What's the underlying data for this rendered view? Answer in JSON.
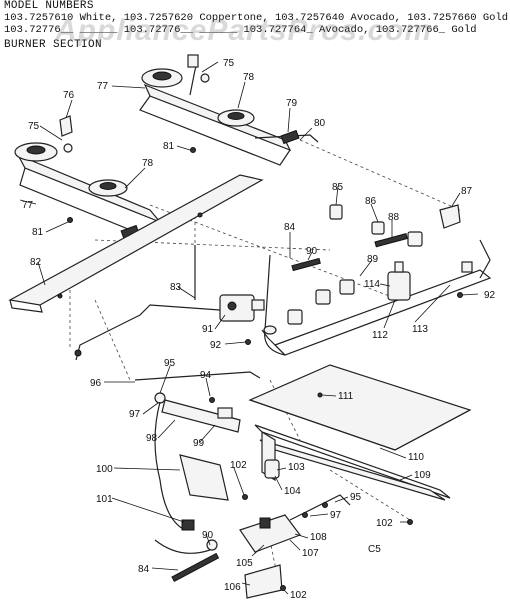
{
  "header": {
    "title": "MODEL NUMBERS",
    "line1": "103.7257610 White, 103.7257620 Coppertone, 103.7257640 Avocado, 103.7257660 Gold",
    "line2": "103.72776__ ______ 103.72776__ ______ 103.727764_ Avocado, 103.727766_ Gold",
    "section": "BURNER SECTION"
  },
  "watermark": "AppliancePartsPros.com",
  "figure_code": "C5",
  "callouts": {
    "c75a": "75",
    "c75b": "75",
    "c76": "76",
    "c77a": "77",
    "c77b": "77",
    "c78a": "78",
    "c78b": "78",
    "c79": "79",
    "c80": "80",
    "c81a": "81",
    "c81b": "81",
    "c82": "82",
    "c83": "83",
    "c84a": "84",
    "c84b": "84",
    "c85": "85",
    "c86": "86",
    "c87": "87",
    "c88": "88",
    "c89": "89",
    "c90a": "90",
    "c90b": "90",
    "c91": "91",
    "c92a": "92",
    "c92b": "92",
    "c94": "94",
    "c95a": "95",
    "c95b": "95",
    "c96": "96",
    "c97a": "97",
    "c97b": "97",
    "c98": "98",
    "c99": "99",
    "c100": "100",
    "c101": "101",
    "c102a": "102",
    "c102b": "102",
    "c102c": "102",
    "c103": "103",
    "c104": "104",
    "c105": "105",
    "c106": "106",
    "c107": "107",
    "c108": "108",
    "c109": "109",
    "c110": "110",
    "c111": "111",
    "c112": "112",
    "c113": "113",
    "c114": "114"
  }
}
